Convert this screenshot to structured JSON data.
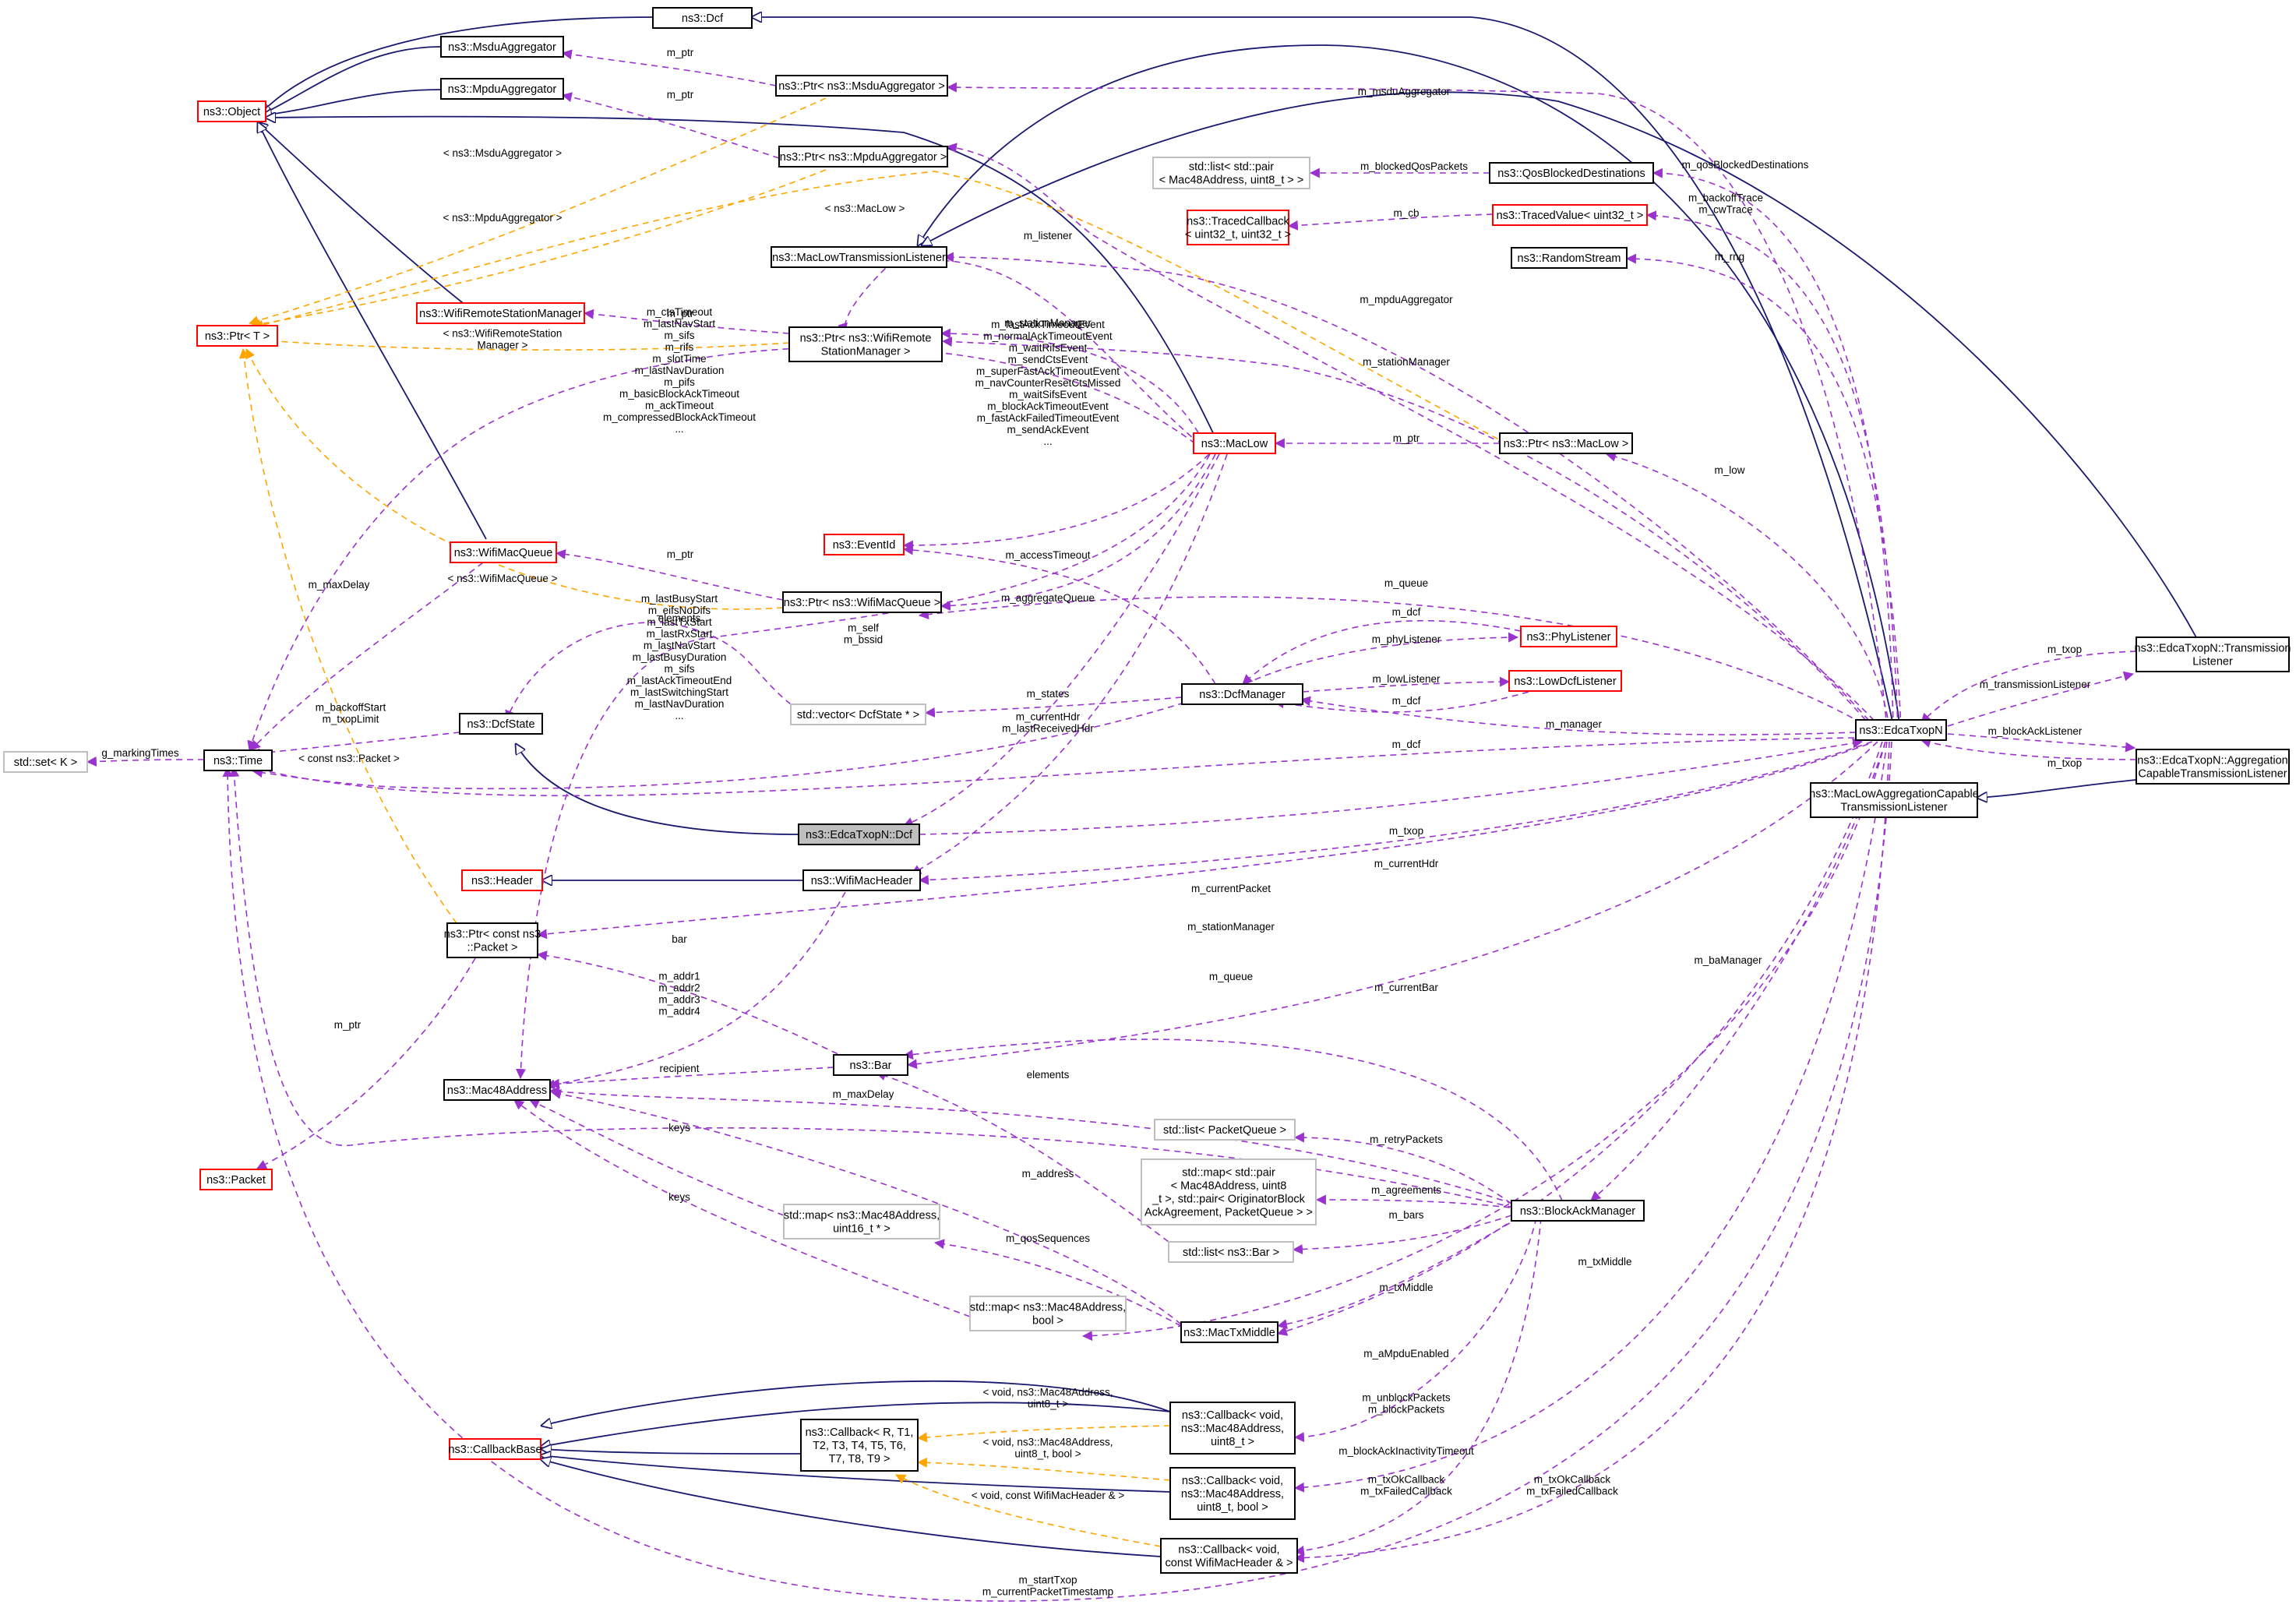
{
  "diagram": {
    "colors": {
      "usage_edge": "#9a32cd",
      "template_edge": "#ffa500",
      "inheritance_edge": "#191970",
      "node_border_documented": "#000000",
      "node_border_undocumented": "#ff0000",
      "node_border_external": "#bfbfbf",
      "focus_fill": "#bfbfbf"
    },
    "nodes": {
      "dcf": {
        "lines": [
          "ns3::Dcf"
        ]
      },
      "msdu_aggregator": {
        "lines": [
          "ns3::MsduAggregator"
        ]
      },
      "mpdu_aggregator": {
        "lines": [
          "ns3::MpduAggregator"
        ]
      },
      "object": {
        "lines": [
          "ns3::Object"
        ]
      },
      "ptr_msdu": {
        "lines": [
          "ns3::Ptr< ns3::MsduAggregator >"
        ]
      },
      "ptr_mpdu": {
        "lines": [
          "ns3::Ptr< ns3::MpduAggregator >"
        ]
      },
      "std_list_pair": {
        "lines": [
          "std::list< std::pair",
          "< Mac48Address, uint8_t > >"
        ]
      },
      "qos_blocked": {
        "lines": [
          "ns3::QosBlockedDestinations"
        ]
      },
      "traced_callback": {
        "lines": [
          "ns3::TracedCallback",
          "< uint32_t, uint32_t >"
        ]
      },
      "traced_value": {
        "lines": [
          "ns3::TracedValue< uint32_t >"
        ]
      },
      "maclow_tx_listener": {
        "lines": [
          "ns3::MacLowTransmissionListener"
        ]
      },
      "random_stream": {
        "lines": [
          "ns3::RandomStream"
        ]
      },
      "ptr_t": {
        "lines": [
          "ns3::Ptr< T >"
        ]
      },
      "wifi_rsm": {
        "lines": [
          "ns3::WifiRemoteStationManager"
        ]
      },
      "ptr_wifi_rsm": {
        "lines": [
          "ns3::Ptr< ns3::WifiRemote",
          "StationManager >"
        ]
      },
      "maclow": {
        "lines": [
          "ns3::MacLow"
        ]
      },
      "ptr_maclow": {
        "lines": [
          "ns3::Ptr< ns3::MacLow >"
        ]
      },
      "eventid": {
        "lines": [
          "ns3::EventId"
        ]
      },
      "wifi_mac_queue": {
        "lines": [
          "ns3::WifiMacQueue"
        ]
      },
      "ptr_wifi_mac_queue": {
        "lines": [
          "ns3::Ptr< ns3::WifiMacQueue >"
        ]
      },
      "phy_listener": {
        "lines": [
          "ns3::PhyListener"
        ]
      },
      "dcf_manager": {
        "lines": [
          "ns3::DcfManager"
        ]
      },
      "low_dcf_listener": {
        "lines": [
          "ns3::LowDcfListener"
        ]
      },
      "std_vector": {
        "lines": [
          "std::vector< DcfState * >"
        ]
      },
      "dcf_state": {
        "lines": [
          "ns3::DcfState"
        ]
      },
      "std_set": {
        "lines": [
          "std::set< K >"
        ]
      },
      "time": {
        "lines": [
          "ns3::Time"
        ]
      },
      "edca_txop_n": {
        "lines": [
          "ns3::EdcaTxopN"
        ]
      },
      "edca_tx_listener": {
        "lines": [
          "ns3::EdcaTxopN::Transmission",
          "Listener"
        ]
      },
      "edca_agg_listener": {
        "lines": [
          "ns3::EdcaTxopN::Aggregation",
          "CapableTransmissionListener"
        ]
      },
      "maclow_agg_listener": {
        "lines": [
          "ns3::MacLowAggregationCapable",
          "TransmissionListener"
        ]
      },
      "edca_dcf": {
        "lines": [
          "ns3::EdcaTxopN::Dcf"
        ]
      },
      "header": {
        "lines": [
          "ns3::Header"
        ]
      },
      "wifi_mac_header": {
        "lines": [
          "ns3::WifiMacHeader"
        ]
      },
      "ptr_packet": {
        "lines": [
          "ns3::Ptr< const ns3",
          "::Packet >"
        ]
      },
      "mac48": {
        "lines": [
          "ns3::Mac48Address"
        ]
      },
      "bar": {
        "lines": [
          "ns3::Bar"
        ]
      },
      "packet": {
        "lines": [
          "ns3::Packet"
        ]
      },
      "std_list_packetqueue": {
        "lines": [
          "std::list< PacketQueue >"
        ]
      },
      "std_map_agreements": {
        "lines": [
          "std::map< std::pair",
          "< Mac48Address, uint8",
          "_t >, std::pair< OriginatorBlock",
          "AckAgreement, PacketQueue > >"
        ]
      },
      "std_map_uint16": {
        "lines": [
          "std::map< ns3::Mac48Address,",
          "uint16_t * >"
        ]
      },
      "std_list_bar": {
        "lines": [
          "std::list< ns3::Bar >"
        ]
      },
      "block_ack_manager": {
        "lines": [
          "ns3::BlockAckManager"
        ]
      },
      "std_map_bool": {
        "lines": [
          "std::map< ns3::Mac48Address,",
          "bool >"
        ]
      },
      "mac_tx_middle": {
        "lines": [
          "ns3::MacTxMiddle"
        ]
      },
      "callback_t": {
        "lines": [
          "ns3::Callback< R, T1,",
          "T2, T3, T4, T5, T6,",
          "T7, T8, T9 >"
        ]
      },
      "callback_mac48_uint8": {
        "lines": [
          "ns3::Callback< void,",
          "ns3::Mac48Address,",
          "uint8_t >"
        ]
      },
      "callback_mac48_uint8_bool": {
        "lines": [
          "ns3::Callback< void,",
          "ns3::Mac48Address,",
          "uint8_t, bool >"
        ]
      },
      "callback_base": {
        "lines": [
          "ns3::CallbackBase"
        ]
      },
      "callback_wifimacheader": {
        "lines": [
          "ns3::Callback< void,",
          "const WifiMacHeader & >"
        ]
      }
    },
    "labels": {
      "l_m_ptr_msdu": [
        "m_ptr"
      ],
      "l_m_ptr_mpdu": [
        "m_ptr"
      ],
      "l_m_msdu_aggregator": [
        "m_msduAggregator"
      ],
      "l_t_msdu": [
        "< ns3::MsduAggregator >"
      ],
      "l_t_mpdu": [
        "< ns3::MpduAggregator >"
      ],
      "l_t_maclow": [
        "< ns3::MacLow >"
      ],
      "l_m_blocked_qos": [
        "m_blockedQosPackets"
      ],
      "l_m_qos_blocked": [
        "m_qosBlockedDestinations"
      ],
      "l_m_cb": [
        "m_cb"
      ],
      "l_backoff_cw": [
        "m_backoffTrace",
        "m_cwTrace"
      ],
      "l_m_listener": [
        "m_listener"
      ],
      "l_m_rng": [
        "m_rng"
      ],
      "l_m_mpdu_aggregator": [
        "m_mpduAggregator"
      ],
      "l_m_ptr_rsm": [
        "m_ptr"
      ],
      "l_m_station_manager_1": [
        "m_stationManager"
      ],
      "l_m_station_manager_2": [
        "m_stationManager"
      ],
      "l_t_rsm": [
        "< ns3::WifiRemoteStation",
        "Manager >"
      ],
      "l_maclow_members": [
        "m_fastAckTimeoutEvent",
        "m_normalAckTimeoutEvent",
        "m_waitRifsEvent",
        "m_sendCtsEvent",
        "m_superFastAckTimeoutEvent",
        "m_navCounterResetCtsMissed",
        "m_waitSifsEvent",
        "m_blockAckTimeoutEvent",
        "m_fastAckFailedTimeoutEvent",
        "m_sendAckEvent",
        "..."
      ],
      "l_time_members": [
        "m_ctsTimeout",
        "m_lastNavStart",
        "m_sifs",
        "m_rifs",
        "m_slotTime",
        "m_lastNavDuration",
        "m_pifs",
        "m_basicBlockAckTimeout",
        "m_ackTimeout",
        "m_compressedBlockAckTimeout",
        "..."
      ],
      "l_m_ptr_maclow": [
        "m_ptr"
      ],
      "l_m_low": [
        "m_low"
      ],
      "l_m_access_timeout": [
        "m_accessTimeout"
      ],
      "l_m_ptr_queue": [
        "m_ptr"
      ],
      "l_m_max_delay_1": [
        "m_maxDelay"
      ],
      "l_t_wifi_mac_queue": [
        "< ns3::WifiMacQueue >"
      ],
      "l_m_aggregate_queue": [
        "m_aggregateQueue"
      ],
      "l_m_queue_1": [
        "m_queue"
      ],
      "l_m_dcf_1": [
        "m_dcf"
      ],
      "l_m_phy_listener": [
        "m_phyListener"
      ],
      "l_m_low_listener": [
        "m_lowListener"
      ],
      "l_m_dcf_2": [
        "m_dcf"
      ],
      "l_elements_1": [
        "elements"
      ],
      "l_dcf_manager_members": [
        "m_lastBusyStart",
        "m_eifsNoDifs",
        "m_lastTxStart",
        "m_lastRxStart",
        "m_lastNavStart",
        "m_lastBusyDuration",
        "m_sifs",
        "m_lastAckTimeoutEnd",
        "m_lastSwitchingStart",
        "m_lastNavDuration",
        "..."
      ],
      "l_m_self_bssid": [
        "m_self",
        "m_bssid"
      ],
      "l_m_states": [
        "m_states"
      ],
      "l_current_hdr_1": [
        "m_currentHdr",
        "m_lastReceivedHdr"
      ],
      "l_backoff_start": [
        "m_backoffStart",
        "m_txopLimit"
      ],
      "l_t_const_packet": [
        "< const ns3::Packet >"
      ],
      "l_g_marking_times": [
        "g_markingTimes"
      ],
      "l_m_manager": [
        "m_manager"
      ],
      "l_m_txop_1": [
        "m_txop"
      ],
      "l_m_transmission_listener": [
        "m_transmissionListener"
      ],
      "l_m_block_ack_listener": [
        "m_blockAckListener"
      ],
      "l_m_txop_2": [
        "m_txop"
      ],
      "l_m_dcf_3": [
        "m_dcf"
      ],
      "l_m_txop_3": [
        "m_txop"
      ],
      "l_m_current_hdr_2": [
        "m_currentHdr"
      ],
      "l_m_current_packet": [
        "m_currentPacket"
      ],
      "l_m_station_manager_3": [
        "m_stationManager"
      ],
      "l_m_ba_manager": [
        "m_baManager"
      ],
      "l_bar": [
        "bar"
      ],
      "l_m_queue_2": [
        "m_queue"
      ],
      "l_m_current_bar": [
        "m_currentBar"
      ],
      "l_addrs": [
        "m_addr1",
        "m_addr2",
        "m_addr3",
        "m_addr4"
      ],
      "l_recipient": [
        "recipient"
      ],
      "l_m_max_delay_2": [
        "m_maxDelay"
      ],
      "l_m_ptr_packet": [
        "m_ptr"
      ],
      "l_elements_2": [
        "elements"
      ],
      "l_m_address": [
        "m_address"
      ],
      "l_keys_1": [
        "keys"
      ],
      "l_keys_2": [
        "keys"
      ],
      "l_m_retry_packets": [
        "m_retryPackets"
      ],
      "l_m_agreements": [
        "m_agreements"
      ],
      "l_m_bars": [
        "m_bars"
      ],
      "l_m_qos_sequences": [
        "m_qosSequences"
      ],
      "l_m_tx_middle_1": [
        "m_txMiddle"
      ],
      "l_m_tx_middle_2": [
        "m_txMiddle"
      ],
      "l_m_ampdu_enabled": [
        "m_aMpduEnabled"
      ],
      "l_t_cb1": [
        "< void, ns3::Mac48Address,",
        "uint8_t >"
      ],
      "l_t_cb2": [
        "< void, ns3::Mac48Address,",
        "uint8_t, bool >"
      ],
      "l_t_cb3": [
        "< void, const WifiMacHeader & >"
      ],
      "l_unblock": [
        "m_unblockPackets",
        "m_blockPackets"
      ],
      "l_inactivity": [
        "m_blockAckInactivityTimeout"
      ],
      "l_tx_ok_failed_1": [
        "m_txOkCallback",
        "m_txFailedCallback"
      ],
      "l_tx_ok_failed_2": [
        "m_txOkCallback",
        "m_txFailedCallback"
      ],
      "l_start_txop": [
        "m_startTxop",
        "m_currentPacketTimestamp"
      ]
    }
  }
}
